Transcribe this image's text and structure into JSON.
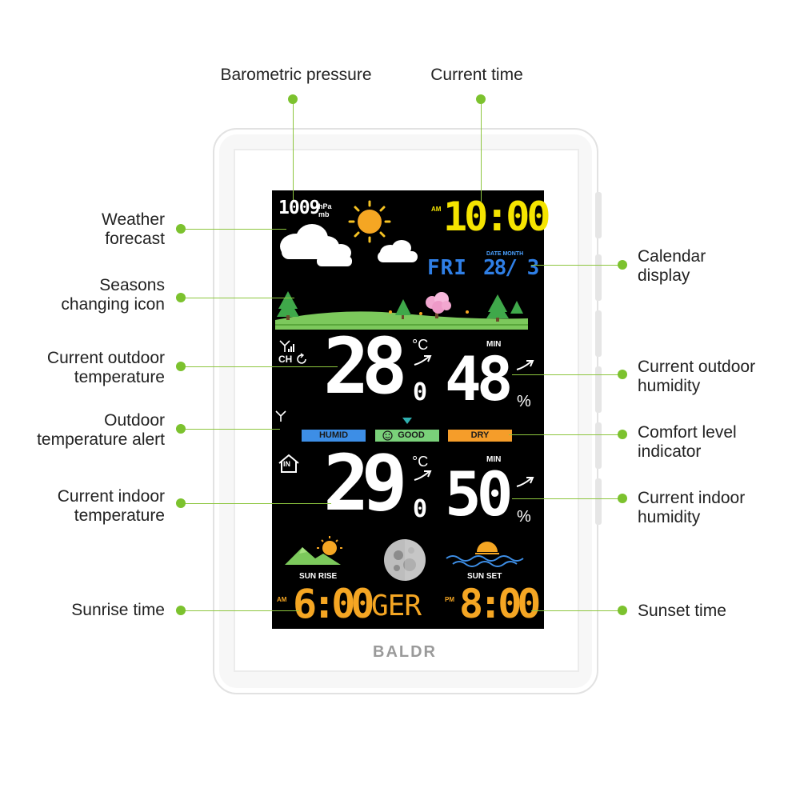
{
  "annotations": {
    "barometric_pressure": "Barometric pressure",
    "current_time": "Current time",
    "weather_forecast": [
      "Weather",
      "forecast"
    ],
    "seasons_icon": [
      "Seasons",
      "changing icon"
    ],
    "outdoor_temp": [
      "Current outdoor",
      "temperature"
    ],
    "outdoor_alert": [
      "Outdoor",
      "temperature alert"
    ],
    "indoor_temp": [
      "Current indoor",
      "temperature"
    ],
    "sunrise_time": "Sunrise time",
    "calendar_display": [
      "Calendar",
      "display"
    ],
    "outdoor_humidity": [
      "Current outdoor",
      "humidity"
    ],
    "comfort_level": [
      "Comfort level",
      "indicator"
    ],
    "indoor_humidity": [
      "Current indoor",
      "humidity"
    ],
    "sunset_time": "Sunset time"
  },
  "display": {
    "pressure_value": "1009",
    "pressure_unit_top": "hPa",
    "pressure_unit_bottom": "mb",
    "time_ampm": "AM",
    "time_value": "10:00",
    "date_labels": "DATE MONTH",
    "weekday": "FRI",
    "date_value": "28/ 3",
    "channel": "CH",
    "outdoor_temp_int": "28",
    "outdoor_temp_dec": "0",
    "temp_unit": "°C",
    "min_label": "MIN",
    "outdoor_humidity": "48",
    "percent": "%",
    "comfort_humid": "HUMID",
    "comfort_good": "GOOD",
    "comfort_dry": "DRY",
    "indoor_tag": "IN",
    "indoor_temp_int": "29",
    "indoor_temp_dec": "0",
    "indoor_humidity": "50",
    "sun_rise_label": "SUN RISE",
    "sun_set_label": "SUN SET",
    "sunrise_ampm": "AM",
    "sunrise_value": "6:00",
    "language": "GER",
    "sunset_ampm": "PM",
    "sunset_value": "8:00",
    "brand": "BALDR"
  },
  "colors": {
    "accent_green": "#7cc22e",
    "time_yellow": "#f5e400",
    "date_blue": "#2f7fe6",
    "sun_orange": "#f5a623",
    "humid_blue": "#3d8ee6",
    "good_green": "#7ad17a",
    "dry_orange": "#f59d2a"
  }
}
